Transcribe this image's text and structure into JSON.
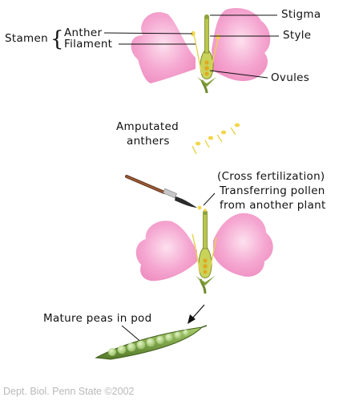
{
  "labels": {
    "stamen": "Stamen",
    "anther": "Anther",
    "filament": "Filament",
    "stigma": "Stigma",
    "style": "Style",
    "ovules": "Ovules",
    "amputated_line1": "Amputated",
    "amputated_line2": "anthers",
    "cross_fert": "(Cross fertilization)",
    "transfer_line1": "Transferring pollen",
    "transfer_line2": "from another plant",
    "mature_peas": "Mature peas in pod"
  },
  "credit": "Dept. Biol. Penn State ©2002",
  "colors": {
    "petal": "#f5a3cf",
    "petal_light": "#fbd0e8",
    "stem": "#6f8a2e",
    "pistil": "#b9c74a",
    "ovule": "#e0a820",
    "anther": "#f2d64a",
    "pod": "#7fa84a",
    "pea": "#b6d98a",
    "credit": "#b9b9b9"
  }
}
